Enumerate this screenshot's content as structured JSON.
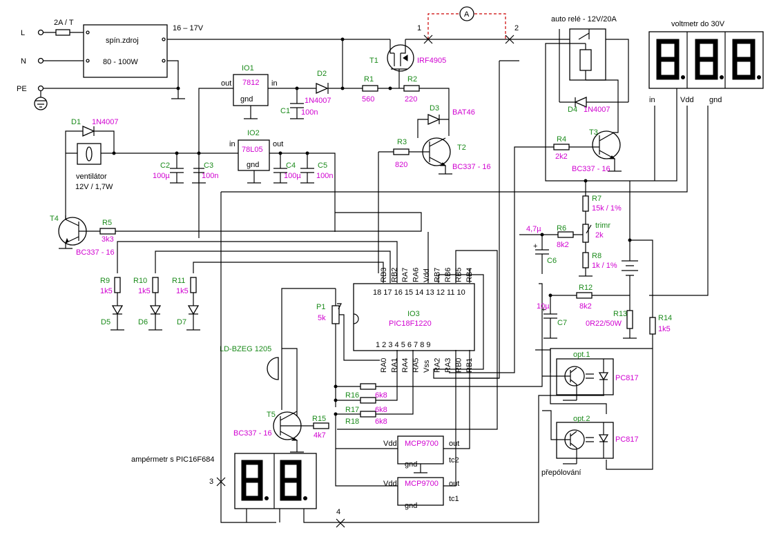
{
  "colors": {
    "designator": "#1a8a1a",
    "value": "#d000d0",
    "wire": "#000000",
    "ammeter_wire": "#cc0000"
  },
  "mains": {
    "L": "L",
    "N": "N",
    "PE": "PE",
    "fuse": "2A / T",
    "psu_name": "spín.zdroj",
    "psu_power": "80 - 100W",
    "psu_out": "16 – 17V"
  },
  "ammeter": {
    "symbol": "A",
    "p1": "1",
    "p2": "2",
    "p3": "3",
    "p4": "4"
  },
  "relay": {
    "title": "auto relé - 12V/20A"
  },
  "voltmeter": {
    "title": "voltmetr do 30V",
    "in": "in",
    "vdd": "Vdd",
    "gnd": "gnd"
  },
  "ammeter_display": {
    "title": "ampérmetr s PIC16F684"
  },
  "t1": {
    "des": "T1",
    "val": "IRF4905"
  },
  "t2": {
    "des": "T2",
    "val": "BC337 - 16"
  },
  "t3": {
    "des": "T3",
    "val": "BC337 - 16"
  },
  "t4": {
    "des": "T4",
    "val": "BC337 - 16"
  },
  "t5": {
    "des": "T5",
    "val": "BC337 - 16"
  },
  "io1": {
    "des": "IO1",
    "val": "7812",
    "out": "out",
    "in": "in",
    "gnd": "gnd"
  },
  "io2": {
    "des": "IO2",
    "val": "78L05",
    "out": "out",
    "in": "in",
    "gnd": "gnd"
  },
  "io3": {
    "des": "IO3",
    "val": "PIC18F1220",
    "top_pins": [
      "RB3",
      "RB2",
      "RA7",
      "RA6",
      "Vdd",
      "RB7",
      "RB6",
      "RB5",
      "RB4"
    ],
    "top_nums": "18 17 16 15 14 13 12 11 10",
    "bot_pins": [
      "RA0",
      "RA1",
      "RA4",
      "RA5",
      "Vss",
      "RA2",
      "RA3",
      "RB0",
      "RB1"
    ],
    "bot_nums": "1  2  3  4  5  6  7  8  9"
  },
  "d1": {
    "des": "D1",
    "val": "1N4007"
  },
  "d2": {
    "des": "D2",
    "val": "1N4007"
  },
  "d3": {
    "des": "D3",
    "val": "BAT46"
  },
  "d4": {
    "des": "D4",
    "val": "1N4007"
  },
  "d5": {
    "des": "D5"
  },
  "d6": {
    "des": "D6"
  },
  "d7": {
    "des": "D7"
  },
  "fan": {
    "name": "ventilátor",
    "spec": "12V / 1,7W"
  },
  "r1": {
    "des": "R1",
    "val": "560"
  },
  "r2": {
    "des": "R2",
    "val": "220"
  },
  "r3": {
    "des": "R3",
    "val": "820"
  },
  "r4": {
    "des": "R4",
    "val": "2k2"
  },
  "r5": {
    "des": "R5",
    "val": "3k3"
  },
  "r6": {
    "des": "R6",
    "val": "8k2"
  },
  "r7": {
    "des": "R7",
    "val": "15k / 1%"
  },
  "r8": {
    "des": "R8",
    "val": "1k / 1%"
  },
  "r9": {
    "des": "R9",
    "val": "1k5"
  },
  "r10": {
    "des": "R10",
    "val": "1k5"
  },
  "r11": {
    "des": "R11",
    "val": "1k5"
  },
  "r12": {
    "des": "R12",
    "val": "8k2"
  },
  "r13": {
    "des": "R13",
    "val": "0R22/50W"
  },
  "r14": {
    "des": "R14",
    "val": "1k5"
  },
  "r15": {
    "des": "R15",
    "val": "4k7"
  },
  "r16": {
    "des": "R16",
    "val": "6k8"
  },
  "r17": {
    "des": "R17",
    "val": "6k8"
  },
  "r18": {
    "des": "R18",
    "val": "6k8"
  },
  "trimr": {
    "name": "trimr",
    "val": "2k"
  },
  "p1": {
    "des": "P1",
    "val": "5k"
  },
  "c1": {
    "des": "C1",
    "val": "100n"
  },
  "c2": {
    "des": "C2",
    "val": "100µ"
  },
  "c3": {
    "des": "C3",
    "val": "100n"
  },
  "c4": {
    "des": "C4",
    "val": "100µ"
  },
  "c5": {
    "des": "C5",
    "val": "100n"
  },
  "c6": {
    "des": "C6",
    "val": "4,7µ"
  },
  "c7": {
    "des": "C7",
    "val": "10µ"
  },
  "buzzer": {
    "name": "LD-BZEG 1205"
  },
  "opt1": {
    "des": "opt.1",
    "val": "PC817"
  },
  "opt2": {
    "des": "opt.2",
    "val": "PC817"
  },
  "reverse": {
    "label": "přepólování"
  },
  "tc1": {
    "val": "MCP9700",
    "vdd": "Vdd",
    "out": "out",
    "gnd": "gnd",
    "name": "tc1"
  },
  "tc2": {
    "val": "MCP9700",
    "vdd": "Vdd",
    "out": "out",
    "gnd": "gnd",
    "name": "tc2"
  }
}
